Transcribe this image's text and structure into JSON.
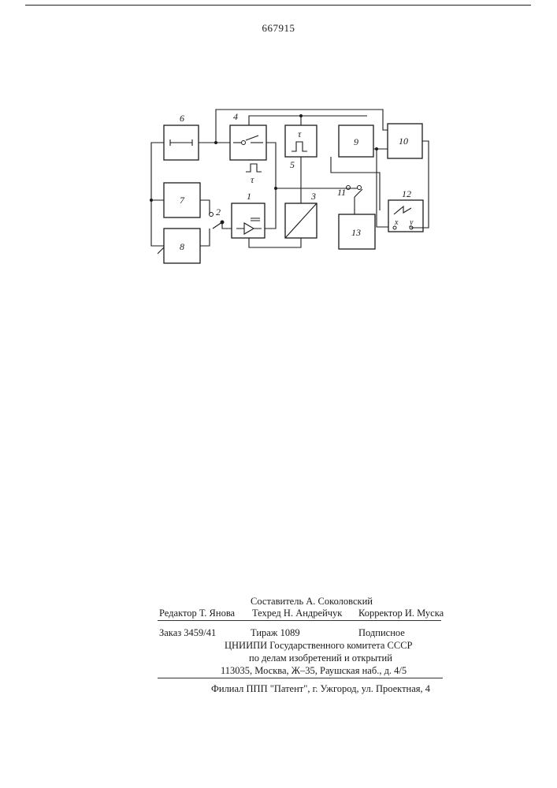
{
  "header": {
    "patent_number": "667915"
  },
  "diagram": {
    "blocks": [
      {
        "id": "1",
        "label": "1"
      },
      {
        "id": "2",
        "label": "2"
      },
      {
        "id": "3",
        "label": "3"
      },
      {
        "id": "4",
        "label": "4"
      },
      {
        "id": "5",
        "label": "5"
      },
      {
        "id": "6",
        "label": "6"
      },
      {
        "id": "7",
        "label": "7"
      },
      {
        "id": "8",
        "label": "8"
      },
      {
        "id": "9",
        "label": "9"
      },
      {
        "id": "10",
        "label": "10"
      },
      {
        "id": "11",
        "label": "11"
      },
      {
        "id": "12",
        "label": "12"
      },
      {
        "id": "13",
        "label": "13"
      }
    ],
    "tau_symbol": "τ",
    "x_label": "x",
    "y_label": "y"
  },
  "colophon": {
    "compiler": "Составитель А. Соколовский",
    "editor": "Редактор Т. Янова",
    "techred": "Техред  Н. Андрейчук",
    "corrector": "Корректор И. Муска",
    "order": "Заказ 3459/41",
    "circulation": "Тираж 1089",
    "subscription": "Подписное",
    "org_line1": "ЦНИИПИ Государственного комитета СССР",
    "org_line2": "по делам изобретений и открытий",
    "address": "113035, Москва, Ж–35, Раушская наб., д. 4/5",
    "branch": "Филиал ППП \"Патент\", г. Ужгород, ул. Проектная, 4"
  }
}
